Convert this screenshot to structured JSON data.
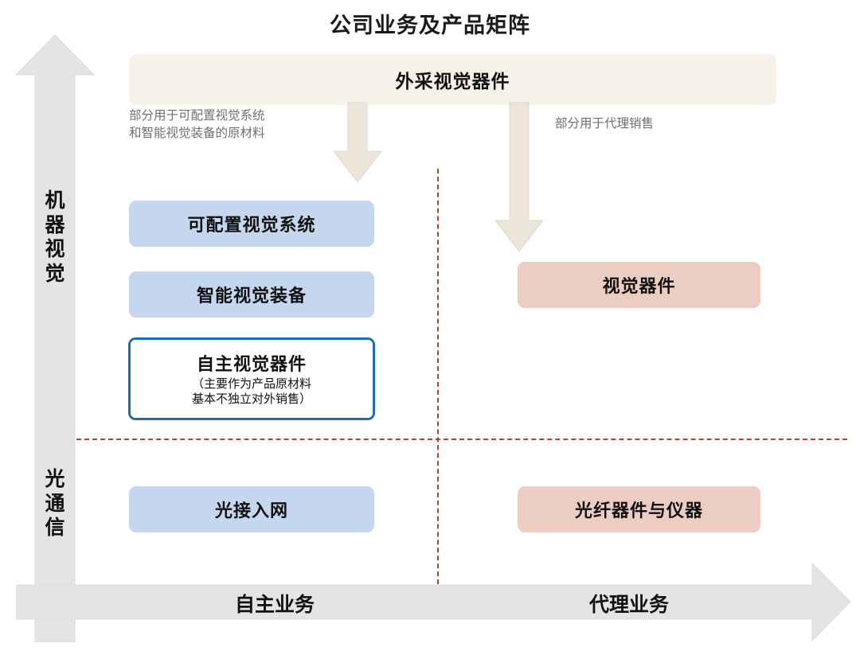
{
  "title": "公司业务及产品矩阵",
  "colors": {
    "banner_bg": "#f6f2ea",
    "blue_box": "#c5d7ee",
    "pink_box": "#eccdc2",
    "outline_blue": "#1f6eb5",
    "divider_red": "#b0442c",
    "axis_gray": "#e4e4e6",
    "arrow_cream": "#ece5da"
  },
  "axes": {
    "vertical": {
      "arrow_icon": "up-arrow-icon",
      "segments": [
        {
          "id": "machine-vision",
          "label": "机器视觉"
        },
        {
          "id": "optical-communication",
          "label": "光通信"
        }
      ]
    },
    "horizontal": {
      "arrow_icon": "right-arrow-icon",
      "segments": [
        {
          "id": "own-business",
          "label": "自主业务"
        },
        {
          "id": "agent-business",
          "label": "代理业务"
        }
      ]
    }
  },
  "banner": {
    "label": "外采视觉器件"
  },
  "annotations": [
    {
      "id": "to-own-products",
      "text": "部分用于可配置视觉系统\n和智能视觉装备的原材料"
    },
    {
      "id": "to-agent-sales",
      "text": "部分用于代理销售"
    }
  ],
  "flow_arrows": [
    {
      "id": "arrow-to-own",
      "icon": "down-arrow-icon"
    },
    {
      "id": "arrow-to-agent",
      "icon": "down-arrow-icon"
    }
  ],
  "boxes": {
    "configurable_vision_system": {
      "label": "可配置视觉系统",
      "style": "blue"
    },
    "smart_vision_equipment": {
      "label": "智能视觉装备",
      "style": "blue"
    },
    "self_developed_vision_components": {
      "label": "自主视觉器件",
      "sub": "（主要作为产品原材料\n基本不独立对外销售）",
      "style": "outline"
    },
    "vision_components": {
      "label": "视觉器件",
      "style": "pink"
    },
    "optical_access_network": {
      "label": "光接入网",
      "style": "blue"
    },
    "fiber_components_instruments": {
      "label": "光纤器件与仪器",
      "style": "pink"
    }
  }
}
